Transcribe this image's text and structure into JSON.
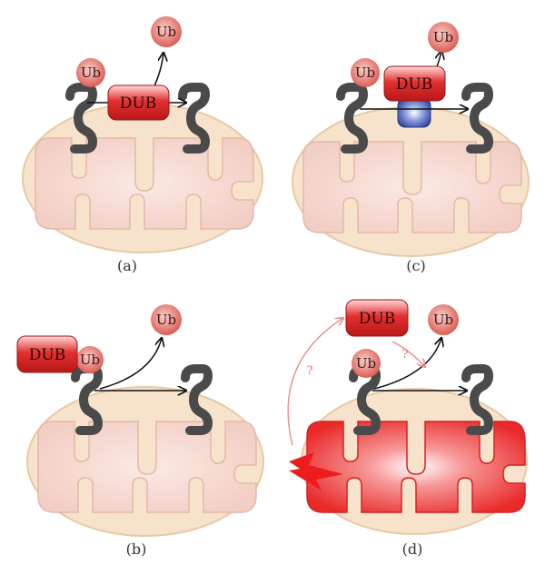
{
  "labels": {
    "ub": "Ub",
    "dub": "DUB",
    "question": "?"
  },
  "captions": {
    "a": "(a)",
    "b": "(b)",
    "c": "(c)",
    "d": "(d)"
  },
  "colors": {
    "mito_outer": "#f7e3cc",
    "mito_outer_stroke": "#e8c9a6",
    "mito_inner": "#f6d9d2",
    "mito_inner_stressed": "#ee3b3b",
    "receptor": "#4a4a4a",
    "dub_box": "#d9262a",
    "ub_circle": "#e0716a",
    "protein_blue": "#3b4ea8",
    "stress_bolt": "#ee1c1c",
    "arrow_pink": "#e88a8a"
  }
}
